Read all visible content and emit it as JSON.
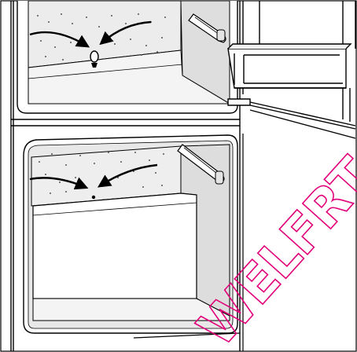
{
  "figure": {
    "kind": "line-illustration",
    "subject": "fridge-freezer-interior-defrost-water-drainage",
    "palette": {
      "outline": "#000000",
      "surface_shadow": "#e6e6e6",
      "surface_light": "#f3f3f3",
      "background": "#ffffff",
      "stamp": "#e2007a"
    }
  },
  "stamp": {
    "text": "WELFRT",
    "color": "#e2007a"
  }
}
